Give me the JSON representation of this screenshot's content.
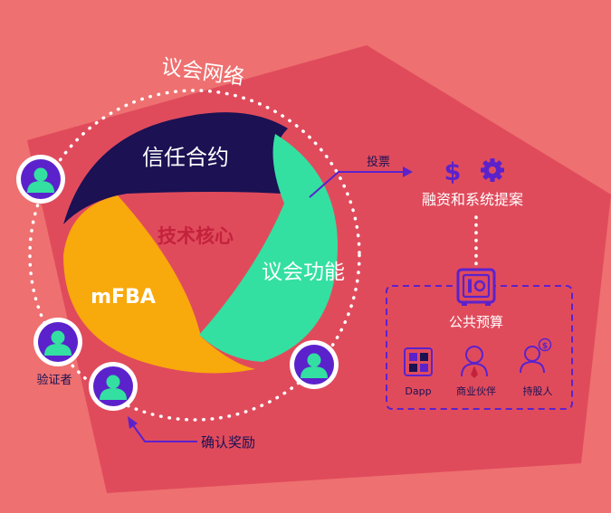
{
  "diagram": {
    "network_label": "议会网络",
    "core_label": "技术核心",
    "segments": {
      "trust_contract": "信任合约",
      "mfba": "mFBA",
      "council_function": "议会功能"
    },
    "vote_label": "投票",
    "proposal_label": "融资和系统提案",
    "budget": {
      "title": "公共预算",
      "items": [
        "Dapp",
        "商业伙伴",
        "持股人"
      ]
    },
    "validator_label": "验证者",
    "reward_label": "确认奖励",
    "icons": [
      "dollar-icon",
      "gear-icon",
      "safe-icon",
      "dapp-icon",
      "partner-icon",
      "shareholder-icon",
      "user-avatar-icon"
    ]
  },
  "colors": {
    "background": "#ee7070",
    "pentagon": "#e04b5c",
    "navy": "#1b1153",
    "orange": "#f8a90c",
    "green": "#33e0a1",
    "core_text": "#c4223c",
    "purple": "#5b22cc",
    "avatar_green": "#33e0a1"
  }
}
